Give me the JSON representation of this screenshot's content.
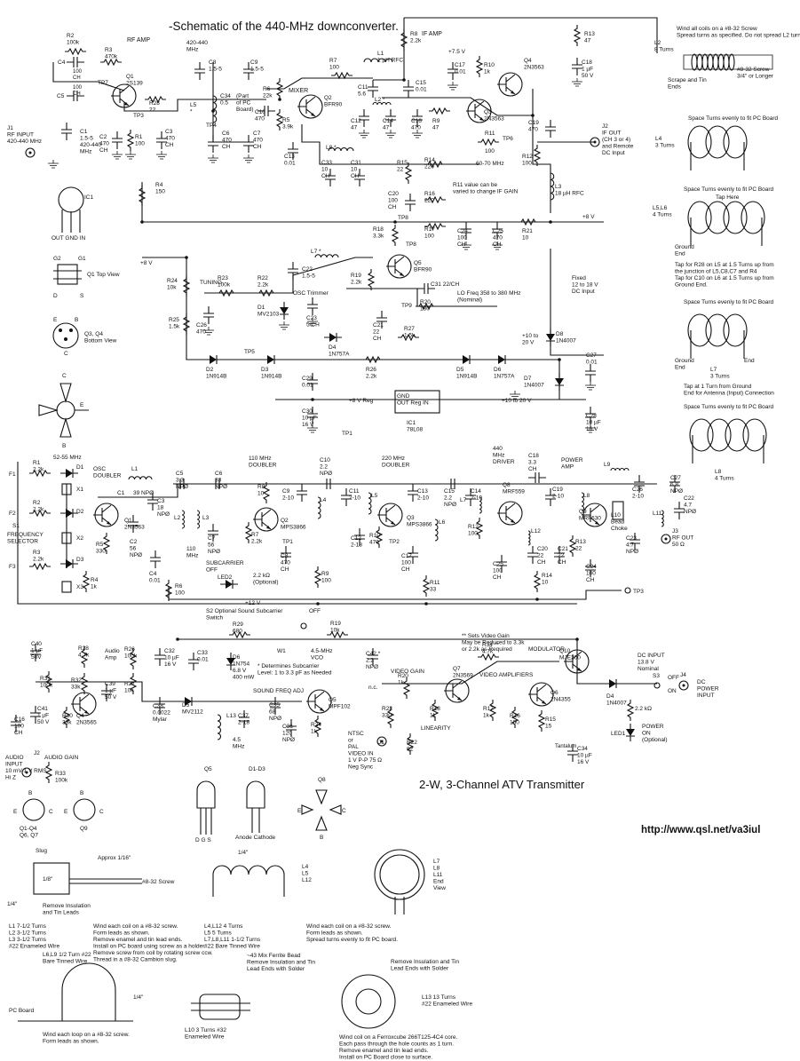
{
  "top": {
    "title": "-Schematic of the 440-MHz downconverter.",
    "section_labels": {
      "rf_amp": "RF AMP",
      "mixer": "MIXER",
      "if_amp": "IF AMP",
      "band": "420-440\nMHz",
      "pc_part": "(Part\nof PC\nBoard)",
      "osc_trimmer": "OSC Trimmer",
      "tuning": "TUNING",
      "lo_freq": "LO Freq 358 to 380 MHz\n(Nominal)",
      "fixed_dc": "Fixed\n12 to 18 V\nDC Input",
      "if_range": "60-70 MHz",
      "r11_note": "R11 value can be\nvaried to change IF GAIN",
      "plus8v_a": "+8 V",
      "plus8v_b": "+8 V",
      "plus8v_reg": "+8 V Reg",
      "plus75v": "+7.5 V",
      "v10_20_a": "+10 to\n20 V",
      "v10_20_b": "+10 to 20 V",
      "ic1_reg": "GND\nOUT  Reg  IN"
    },
    "components": [
      {
        "ref": "J1",
        "value": "RF INPUT\n420-440 MHz"
      },
      {
        "ref": "R2",
        "value": "100k"
      },
      {
        "ref": "R3",
        "value": "470k"
      },
      {
        "ref": "C4",
        "value": "100\nCH"
      },
      {
        "ref": "C5",
        "value": "100\nCH"
      },
      {
        "ref": "TP7",
        "value": ""
      },
      {
        "ref": "Q1",
        "value": "2S139"
      },
      {
        "ref": "R28",
        "value": "22"
      },
      {
        "ref": "TP3",
        "value": ""
      },
      {
        "ref": "C1",
        "value": "1.5-5\n420-440\nMHz"
      },
      {
        "ref": "C2",
        "value": "470\nCH"
      },
      {
        "ref": "R1",
        "value": "100"
      },
      {
        "ref": "C3",
        "value": "470\nCH"
      },
      {
        "ref": "C8",
        "value": "1.5-5"
      },
      {
        "ref": "C9",
        "value": "1.5-5"
      },
      {
        "ref": "C34",
        "value": "0.5"
      },
      {
        "ref": "L5",
        "value": "*"
      },
      {
        "ref": "TP4",
        "value": ""
      },
      {
        "ref": "C6",
        "value": "470\nCH"
      },
      {
        "ref": "C7",
        "value": "470\nCH"
      },
      {
        "ref": "C10",
        "value": "470"
      },
      {
        "ref": "R6",
        "value": "22k"
      },
      {
        "ref": "R5",
        "value": "3.9k"
      },
      {
        "ref": "R7",
        "value": "100"
      },
      {
        "ref": "Q2",
        "value": "BFR90"
      },
      {
        "ref": "C11",
        "value": "5.6"
      },
      {
        "ref": "L1",
        "value": "1 µH RFC"
      },
      {
        "ref": "R8",
        "value": "2.2k"
      },
      {
        "ref": "C15",
        "value": "0.01"
      },
      {
        "ref": "L2",
        "value": "*"
      },
      {
        "ref": "C12",
        "value": "47"
      },
      {
        "ref": "C14",
        "value": "47"
      },
      {
        "ref": "C16",
        "value": "470"
      },
      {
        "ref": "R9",
        "value": "47"
      },
      {
        "ref": "C17",
        "value": "0.01"
      },
      {
        "ref": "R10",
        "value": "1k"
      },
      {
        "ref": "Q3",
        "value": "2N3563"
      },
      {
        "ref": "Q4",
        "value": "2N3563"
      },
      {
        "ref": "R13",
        "value": "47"
      },
      {
        "ref": "C18",
        "value": "1 µF\n50 V"
      },
      {
        "ref": "R11",
        "value": "100"
      },
      {
        "ref": "TP6",
        "value": ""
      },
      {
        "ref": "C19",
        "value": "470"
      },
      {
        "ref": "R12",
        "value": "100"
      },
      {
        "ref": "J2",
        "value": "IF OUT\n(CH 3 or 4)\nand Remote\nDC Input"
      },
      {
        "ref": "L3",
        "value": "18 µH RFC"
      },
      {
        "ref": "C13",
        "value": "0.01"
      },
      {
        "ref": "L8",
        "value": "*"
      },
      {
        "ref": "C33",
        "value": "10\nCH"
      },
      {
        "ref": "C31",
        "value": "10\nCH"
      },
      {
        "ref": "R15",
        "value": "22"
      },
      {
        "ref": "R14",
        "value": "220"
      },
      {
        "ref": "C20",
        "value": "100\nCH"
      },
      {
        "ref": "R16",
        "value": "220"
      },
      {
        "ref": "R4",
        "value": "150"
      },
      {
        "ref": "TP8",
        "value": ""
      },
      {
        "ref": "R18",
        "value": "3.3k"
      },
      {
        "ref": "R17",
        "value": "100"
      },
      {
        "ref": "C24",
        "value": "100\nCH"
      },
      {
        "ref": "C25",
        "value": "470\nCH"
      },
      {
        "ref": "R21",
        "value": "10"
      },
      {
        "ref": "L7",
        "value": "*"
      },
      {
        "ref": "Q5",
        "value": "BFR90"
      },
      {
        "ref": "R19",
        "value": "2.2k"
      },
      {
        "ref": "C22",
        "value": "1.5-5"
      },
      {
        "ref": "C31b",
        "value": "22/CH"
      },
      {
        "ref": "R24",
        "value": "10k"
      },
      {
        "ref": "R23",
        "value": "100k"
      },
      {
        "ref": "R22",
        "value": "2.2k"
      },
      {
        "ref": "C23",
        "value": "5/CH"
      },
      {
        "ref": "D1",
        "value": "MV2103"
      },
      {
        "ref": "C26",
        "value": "470"
      },
      {
        "ref": "R25",
        "value": "1.5k"
      },
      {
        "ref": "TP9",
        "value": ""
      },
      {
        "ref": "R20",
        "value": "180"
      },
      {
        "ref": "C21",
        "value": "22\nCH"
      },
      {
        "ref": "D4",
        "value": "1N757A"
      },
      {
        "ref": "R27",
        "value": "1.5k"
      },
      {
        "ref": "D8",
        "value": "1N4007"
      },
      {
        "ref": "D2",
        "value": "1N914B"
      },
      {
        "ref": "TP5",
        "value": ""
      },
      {
        "ref": "D3",
        "value": "1N914B"
      },
      {
        "ref": "R26",
        "value": "2.2k"
      },
      {
        "ref": "D5",
        "value": "1N914B"
      },
      {
        "ref": "D6",
        "value": "1N757A"
      },
      {
        "ref": "D7",
        "value": "1N4007"
      },
      {
        "ref": "C27",
        "value": "0.01"
      },
      {
        "ref": "C29",
        "value": "0.01"
      },
      {
        "ref": "C30",
        "value": "10 µF\n16 V"
      },
      {
        "ref": "IC1",
        "value": "78L08"
      },
      {
        "ref": "TP1",
        "value": ""
      },
      {
        "ref": "C28",
        "value": "10 µF\n16 V"
      }
    ],
    "pinouts": {
      "ic1": "IC1",
      "ic1_pins": "OUT  GND  IN",
      "q1": "Q1 Top View",
      "q1_pins": [
        "G2",
        "G1",
        "D",
        "S"
      ],
      "q34": "Q3, Q4\nBottom View",
      "q34_pins": [
        "E",
        "B",
        "C"
      ],
      "q25_pins": [
        "C",
        "E",
        "B"
      ]
    },
    "coil_notes": {
      "header": "Wind all coils on a #8-32 Screw\nSpread turns as specified. Do not spread L2 turns.",
      "l2": "L2\n8 Turns",
      "l2_scrape": "Scrape and Tin\nEnds",
      "l2_screw": "#8-32 Screw\n3/4\" or Longer",
      "l4_hdr": "Space Turns evenly to fit PC Board",
      "l4": "L4\n3 Turns",
      "l56_hdr": "Space Turns evenly to fit PC Board",
      "l56": "L5,L6\n4 Turns",
      "l56_tap": "Tap Here",
      "l56_ground": "Ground\nEnd",
      "l56_note": "Tap for R28 on L5 at 1.5 Turns up from\nthe junction of L5,C8,C7 and R4\nTap for C10 on L6 at 1.5 Turns up from\nGround End.",
      "l7_hdr": "Space Turns evenly to fit PC Board",
      "l7": "L7\n3 Turns",
      "l7_ground": "Ground\nEnd",
      "l7_end": "End",
      "l7_note": "Tap at 1 Turn from Ground\nEnd for Antenna (Input) Connection",
      "l8_hdr": "Space Turns evenly to fit PC Board",
      "l8": "L8\n4 Turns"
    }
  },
  "bottom": {
    "title": "2-W,  3-Channel ATV Transmitter",
    "url": "http://www.qsl.net/va3iul",
    "section_labels": {
      "osc_range": "52-55 MHz",
      "osc_doubler": "OSC\nDOUBLER",
      "doubler110": "110 MHz\nDOUBLER",
      "doubler220": "220 MHz\nDOUBLER",
      "driver440": "440\nMHz\nDRIVER",
      "power_amp": "POWER\nAMP",
      "freq_sel": "FREQUENCY\nSELECTOR",
      "mhz110": "110\nMHz",
      "subcarrier": "SUBCARRIER\nOFF",
      "optional": "2.2 kΩ\n(Optional)",
      "plus12v": "+12 V",
      "s2": "S2 Optional Sound Subcarrier\nSwitch",
      "off": "OFF",
      "w1": "W1",
      "on": "ON",
      "note1": "* Determines Subcarrier\nLevel: 1 to 3.3 pF as Needed",
      "note2": "** Sets Video Gain\nMay be Reduced to 3.3k\nor 2.2k as Required",
      "modulator": "MODULATOR",
      "vco": "4.5-MHz\nVCO",
      "audio_amp": "Audio\nAmp",
      "sound_adj": "SOUND FREQ ADJ",
      "video_gain": "VIDEO GAIN",
      "video_amps": "VIDEO AMPLIFIERS",
      "linearity": "LINEARITY",
      "dc_input": "DC INPUT\n13.8 V\nNominal",
      "dc_power": "DC\nPOWER\nINPUT",
      "power_on": "POWER\nON\n(Optional)",
      "tantalum": "Tantalum",
      "nc": "n.c.",
      "video_in": "NTSC\nor\nPAL\nVIDEO IN\n1 V P-P 75 Ω\nNeg Sync",
      "audio_input": "AUDIO\nINPUT\n10 mV-1 V RMS\nHi Z",
      "audio_gain": "AUDIO GAIN",
      "tp3": "TP3"
    },
    "components": [
      {
        "ref": "F1",
        "value": ""
      },
      {
        "ref": "F2",
        "value": ""
      },
      {
        "ref": "F3",
        "value": ""
      },
      {
        "ref": "S1",
        "value": ""
      },
      {
        "ref": "R1",
        "value": "2.2k"
      },
      {
        "ref": "R2",
        "value": "2.2k"
      },
      {
        "ref": "R3",
        "value": "2.2k"
      },
      {
        "ref": "D1",
        "value": ""
      },
      {
        "ref": "D2",
        "value": ""
      },
      {
        "ref": "D3",
        "value": ""
      },
      {
        "ref": "X1",
        "value": ""
      },
      {
        "ref": "X2",
        "value": ""
      },
      {
        "ref": "X3",
        "value": ""
      },
      {
        "ref": "R4",
        "value": "1k"
      },
      {
        "ref": "Q1",
        "value": "2N3563"
      },
      {
        "ref": "R5",
        "value": "330"
      },
      {
        "ref": "L1",
        "value": ""
      },
      {
        "ref": "C1",
        "value": "39 NPØ"
      },
      {
        "ref": "C2",
        "value": "56\nNPØ"
      },
      {
        "ref": "C3",
        "value": "18\nNPØ"
      },
      {
        "ref": "C4",
        "value": "0.01"
      },
      {
        "ref": "C5",
        "value": "3.3\nNPØ"
      },
      {
        "ref": "L2",
        "value": ""
      },
      {
        "ref": "L3",
        "value": ""
      },
      {
        "ref": "C6",
        "value": "33\nNPØ"
      },
      {
        "ref": "C7",
        "value": "56\nNPØ"
      },
      {
        "ref": "R6",
        "value": "100"
      },
      {
        "ref": "LED2",
        "value": ""
      },
      {
        "ref": "R8",
        "value": "10"
      },
      {
        "ref": "C9",
        "value": "2-10"
      },
      {
        "ref": "Q2",
        "value": "MPS3866"
      },
      {
        "ref": "R7",
        "value": "2.2k"
      },
      {
        "ref": "TP1",
        "value": ""
      },
      {
        "ref": "C8",
        "value": "470\nCH"
      },
      {
        "ref": "R9",
        "value": "100"
      },
      {
        "ref": "L4",
        "value": ""
      },
      {
        "ref": "C10",
        "value": "2.2\nNPØ"
      },
      {
        "ref": "C11",
        "value": "2-10"
      },
      {
        "ref": "L5",
        "value": ""
      },
      {
        "ref": "C12",
        "value": "2-18"
      },
      {
        "ref": "Q3",
        "value": "MPS3866"
      },
      {
        "ref": "TP2",
        "value": ""
      },
      {
        "ref": "C13",
        "value": "2-10"
      },
      {
        "ref": "R10",
        "value": "470"
      },
      {
        "ref": "C17",
        "value": "100\nCH"
      },
      {
        "ref": "L6",
        "value": ""
      },
      {
        "ref": "R11",
        "value": "33"
      },
      {
        "ref": "C15",
        "value": "2.2\nNPØ"
      },
      {
        "ref": "C14",
        "value": "2-10"
      },
      {
        "ref": "L7",
        "value": ""
      },
      {
        "ref": "R12",
        "value": "100"
      },
      {
        "ref": "Q8",
        "value": "MRF559"
      },
      {
        "ref": "C18",
        "value": "3.3\nCH"
      },
      {
        "ref": "C19",
        "value": "2-10"
      },
      {
        "ref": "L12",
        "value": ""
      },
      {
        "ref": "C20",
        "value": "22\nCH"
      },
      {
        "ref": "C21",
        "value": "22\nCH"
      },
      {
        "ref": "C25",
        "value": "100\nCH"
      },
      {
        "ref": "R14",
        "value": "10"
      },
      {
        "ref": "L8",
        "value": ""
      },
      {
        "ref": "Q9",
        "value": "MRF630"
      },
      {
        "ref": "R13",
        "value": "22"
      },
      {
        "ref": "C24",
        "value": "100\nCH"
      },
      {
        "ref": "L9",
        "value": ""
      },
      {
        "ref": "L10",
        "value": "Bead\nChoke"
      },
      {
        "ref": "C26",
        "value": "2-10"
      },
      {
        "ref": "C27",
        "value": "6.8\nNPØ"
      },
      {
        "ref": "L11",
        "value": ""
      },
      {
        "ref": "C22",
        "value": "4.7\nNPØ"
      },
      {
        "ref": "C23",
        "value": "4.7\nNPØ"
      },
      {
        "ref": "J3",
        "value": "RF OUT\n50 Ω"
      },
      {
        "ref": "C40",
        "value": "1 µF\n50V"
      },
      {
        "ref": "R28",
        "value": "4.7k"
      },
      {
        "ref": "R26",
        "value": "100k"
      },
      {
        "ref": "C32",
        "value": "10 µF\n16 V"
      },
      {
        "ref": "C33",
        "value": "0.01"
      },
      {
        "ref": "R29",
        "value": "680"
      },
      {
        "ref": "R19",
        "value": "10k"
      },
      {
        "ref": "C42",
        "value": "2.2\nNPØ"
      },
      {
        "ref": "R34",
        "value": "4.7k"
      },
      {
        "ref": "Q10",
        "value": "MJE200"
      },
      {
        "ref": "R31",
        "value": "100k"
      },
      {
        "ref": "R32",
        "value": "33k"
      },
      {
        "ref": "C39",
        "value": "1 µF\n50 V"
      },
      {
        "ref": "R27",
        "value": "10k"
      },
      {
        "ref": "D6",
        "value": "1N754\n6.8 V\n400 mW"
      },
      {
        "ref": "Q4",
        "value": "2N3565"
      },
      {
        "ref": "C41",
        "value": "1 µF\n50 V"
      },
      {
        "ref": "R30",
        "value": "33k"
      },
      {
        "ref": "C16",
        "value": "100\nCH"
      },
      {
        "ref": "C38",
        "value": "0.0022\nMylar"
      },
      {
        "ref": "D5",
        "value": "MV2112"
      },
      {
        "ref": "C35",
        "value": "68\nNPØ"
      },
      {
        "ref": "C37",
        "value": "2-18"
      },
      {
        "ref": "L13",
        "value": "4.5\nMHz"
      },
      {
        "ref": "C36",
        "value": "120\nNPØ"
      },
      {
        "ref": "R24",
        "value": "1k"
      },
      {
        "ref": "Q5",
        "value": "MPF102"
      },
      {
        "ref": "R20",
        "value": "1k"
      },
      {
        "ref": "Q7",
        "value": "2N3569"
      },
      {
        "ref": "R23",
        "value": "330"
      },
      {
        "ref": "R18",
        "value": "1k"
      },
      {
        "ref": "R22",
        "value": "82"
      },
      {
        "ref": "J1",
        "value": ""
      },
      {
        "ref": "Q6",
        "value": "2N4355"
      },
      {
        "ref": "R17",
        "value": "1k"
      },
      {
        "ref": "R16",
        "value": "100"
      },
      {
        "ref": "R15",
        "value": "15"
      },
      {
        "ref": "C34",
        "value": "10 µF\n16 V"
      },
      {
        "ref": "D4",
        "value": "1N4007"
      },
      {
        "ref": "S3",
        "value": ""
      },
      {
        "ref": "J4",
        "value": ""
      },
      {
        "ref": "LED1",
        "value": ""
      },
      {
        "ref": "R_led",
        "value": "2.2 kΩ"
      },
      {
        "ref": "J2",
        "value": ""
      },
      {
        "ref": "R33",
        "value": "100k"
      }
    ],
    "pinouts": {
      "q14": "Q1-Q4\nQ6, Q7",
      "q9": "Q9",
      "q5": "Q5",
      "d13": "D1-D3",
      "q8": "Q8",
      "q5_pins": [
        "D",
        "G",
        "S"
      ],
      "d_pins": [
        "Anode",
        "Cathode"
      ],
      "ebc": [
        "E",
        "B",
        "C"
      ]
    },
    "coil_notes": {
      "slug": "Slug",
      "approx": "Approx 1/16\"",
      "eighth": "1/8\"",
      "quarter": "1/4\"",
      "screw": "#8-32 Screw",
      "remove": "Remove Insulation\nand Tin Leads",
      "l13": "L1 7-1/2 Turns\nL2 3-1/2 Turns\nL3 3-1/2 Turns\n#22 Enameled Wire",
      "l13_instr": "Wind each coil on a #8-32 screw.\nForm leads as shown.\nRemove enamel and tin lead ends.\nInstall on PC board using screw as a holder.\nRemove screw from coil by rotating screw ccw.\nThread in a #8-32 Cambion slug.",
      "l4_list": "L4,L12 4 Turns\nL5 5 Turns\nL7,L8,L11 1-1/2 Turns\n#22 Bare Tinned Wire",
      "l4_instr": "Wind each coil on a #8-32 screw.\nForm leads as shown.\nSpread turns evenly to fit PC board.",
      "l4_names": "L4\nL5\nL12",
      "l7_names": "L7\nL8\nL11\nEnd\nView",
      "l6": "L6,L9 1/2 Turn #22\nBare Tinned Wire",
      "pc_board": "PC Board",
      "l6_instr": "Wind each loop on a #8-32 screw.\nForm leads as shown.",
      "bead": "~43 Mix Ferrite Bead\nRemove Insulation and Tin\nLead Ends with Solder",
      "l10": "L10 3 Turns #32\nEnameled Wire",
      "l13_remove": "Remove Insulation and Tin\nLead Ends with Solder",
      "l13_toroid": "L13 13 Turns\n#22 Enameled Wire",
      "toroid_instr": "Wind coil on a Ferroxcube 266T125-4C4 core.\nEach pass through the hole counts as 1 turn.\nRemove enamel and tin lead ends.\nInstall on PC Board close to surface."
    }
  }
}
